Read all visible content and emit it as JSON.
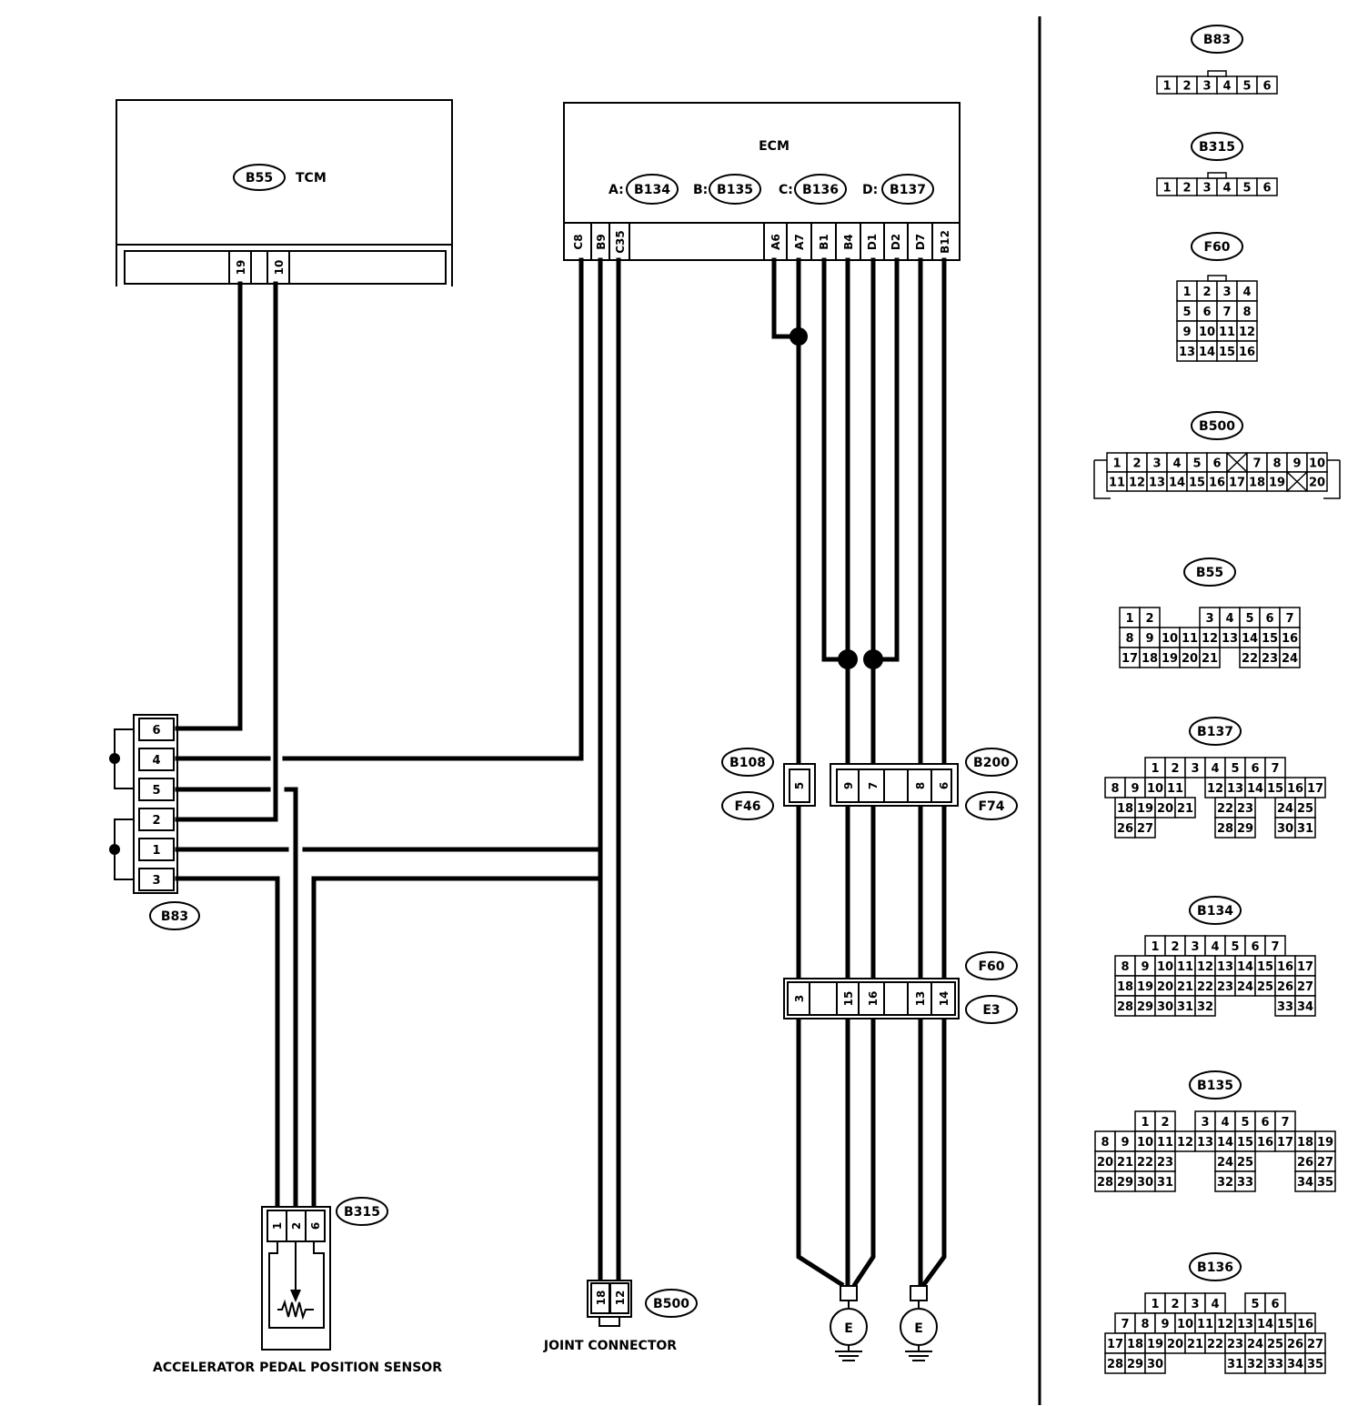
{
  "modules": {
    "tcm": {
      "connector": "B55",
      "label": "TCM",
      "pins": [
        "19",
        "10"
      ]
    },
    "ecm": {
      "label": "ECM",
      "connectors": [
        {
          "prefix": "A:",
          "id": "B134"
        },
        {
          "prefix": "B:",
          "id": "B135"
        },
        {
          "prefix": "C:",
          "id": "B136"
        },
        {
          "prefix": "D:",
          "id": "B137"
        }
      ],
      "pins_left": [
        "C8",
        "B9",
        "C35"
      ],
      "pins_right": [
        "A6",
        "A7",
        "B1",
        "B4",
        "D1",
        "D2",
        "D7",
        "B12"
      ]
    }
  },
  "harness": {
    "b83": {
      "id": "B83",
      "pins": [
        "6",
        "4",
        "5",
        "2",
        "1",
        "3"
      ]
    },
    "b108_f46": {
      "ids": [
        "B108",
        "F46"
      ],
      "pins": [
        "5"
      ]
    },
    "b200_f74": {
      "ids": [
        "B200",
        "F74"
      ],
      "pins": [
        "9",
        "7",
        "8",
        "6"
      ]
    },
    "f60_e3": {
      "ids": [
        "F60",
        "E3"
      ],
      "pins": [
        "3",
        "15",
        "16",
        "13",
        "14"
      ]
    }
  },
  "components": {
    "sensor": {
      "id": "B315",
      "pins": [
        "1",
        "2",
        "6"
      ],
      "caption": "ACCELERATOR PEDAL POSITION SENSOR"
    },
    "joint": {
      "id": "B500",
      "pins": [
        "18",
        "12"
      ],
      "caption": "JOINT CONNECTOR"
    },
    "ground_label": "E"
  },
  "connector_views": [
    {
      "id": "B83",
      "rows": [
        [
          "1",
          "2",
          "3",
          "4",
          "5",
          "6"
        ]
      ]
    },
    {
      "id": "B315",
      "rows": [
        [
          "1",
          "2",
          "3",
          "4",
          "5",
          "6"
        ]
      ]
    },
    {
      "id": "F60",
      "rows": [
        [
          "1",
          "2",
          "3",
          "4"
        ],
        [
          "5",
          "6",
          "7",
          "8"
        ],
        [
          "9",
          "10",
          "11",
          "12"
        ],
        [
          "13",
          "14",
          "15",
          "16"
        ]
      ]
    },
    {
      "id": "B500",
      "rows": [
        [
          "1",
          "2",
          "3",
          "4",
          "5",
          "6",
          "",
          "7",
          "8",
          "9",
          "10"
        ],
        [
          "11",
          "12",
          "13",
          "14",
          "15",
          "16",
          "17",
          "18",
          "19",
          "",
          "20"
        ]
      ]
    },
    {
      "id": "B55",
      "rows": [
        [
          "1",
          "2",
          "",
          "",
          "3",
          "4",
          "5",
          "6",
          "7"
        ],
        [
          "8",
          "9",
          "10",
          "11",
          "12",
          "13",
          "14",
          "15",
          "16"
        ],
        [
          "17",
          "18",
          "19",
          "20",
          "21",
          "",
          "22",
          "23",
          "24"
        ]
      ]
    },
    {
      "id": "B137",
      "rows": [
        [
          "1",
          "2",
          "3",
          "4",
          "5",
          "6",
          "7"
        ],
        [
          "8",
          "9",
          "10",
          "11",
          "",
          "12",
          "13",
          "14",
          "15",
          "16",
          "17"
        ],
        [
          "18",
          "19",
          "20",
          "21",
          "",
          "22",
          "23",
          "",
          "24",
          "25"
        ],
        [
          "26",
          "27",
          "",
          "",
          "",
          "28",
          "29",
          "",
          "30",
          "31"
        ]
      ]
    },
    {
      "id": "B134",
      "rows": [
        [
          "1",
          "2",
          "3",
          "4",
          "5",
          "6",
          "7"
        ],
        [
          "8",
          "9",
          "10",
          "11",
          "12",
          "13",
          "14",
          "15",
          "16",
          "17"
        ],
        [
          "18",
          "19",
          "20",
          "21",
          "22",
          "23",
          "24",
          "25",
          "26",
          "27"
        ],
        [
          "28",
          "29",
          "30",
          "31",
          "32",
          "",
          "",
          "",
          "33",
          "34"
        ]
      ]
    },
    {
      "id": "B135",
      "rows": [
        [
          "1",
          "2",
          "",
          "3",
          "4",
          "5",
          "6",
          "7"
        ],
        [
          "8",
          "9",
          "10",
          "11",
          "12",
          "13",
          "14",
          "15",
          "16",
          "17",
          "18",
          "19"
        ],
        [
          "20",
          "21",
          "22",
          "23",
          "",
          "",
          "24",
          "25",
          "",
          "",
          "26",
          "27"
        ],
        [
          "28",
          "29",
          "30",
          "31",
          "",
          "",
          "32",
          "33",
          "",
          "",
          "34",
          "35"
        ]
      ]
    },
    {
      "id": "B136",
      "rows": [
        [
          "1",
          "2",
          "3",
          "4",
          "",
          "5",
          "6"
        ],
        [
          "7",
          "8",
          "9",
          "10",
          "11",
          "12",
          "13",
          "14",
          "15",
          "16"
        ],
        [
          "17",
          "18",
          "19",
          "20",
          "21",
          "22",
          "23",
          "24",
          "25",
          "26",
          "27"
        ],
        [
          "28",
          "29",
          "30",
          "",
          "",
          "",
          "31",
          "32",
          "33",
          "34",
          "35"
        ]
      ]
    }
  ]
}
